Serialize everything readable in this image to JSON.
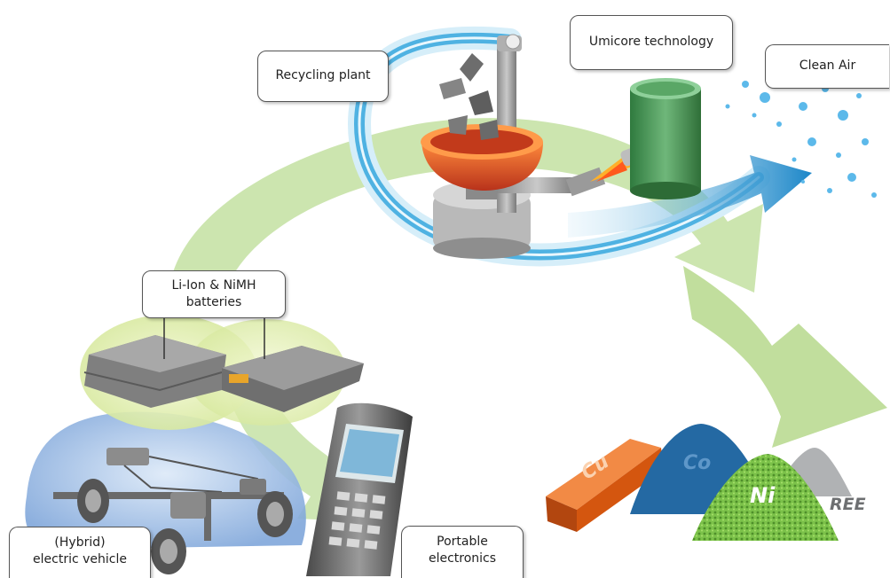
{
  "callouts": {
    "recycling_plant": "Recycling plant",
    "umicore_technology": "Umicore technology",
    "clean_air": "Clean Air",
    "batteries_line1": "Li-Ion & NiMH",
    "batteries_line2": "batteries",
    "vehicle_line1": "(Hybrid)",
    "vehicle_line2": "electric vehicle",
    "portable_line1": "Portable",
    "portable_line2": "electronics"
  },
  "materials": {
    "cu": "Cu",
    "co": "Co",
    "ni": "Ni",
    "ree": "REE"
  },
  "colors": {
    "cycle_arrow": "#bcdc9a",
    "air_stream": "#3aa7dc",
    "furnace": "#d94a22",
    "tank": "#3d8a4a",
    "copper": "#e0621c",
    "cobalt": "#1f5f95",
    "nickel": "#6fb53e",
    "ree": "#a4a6a8",
    "car_body": "#8fb3e0",
    "battery_glow": "#e3efb6"
  },
  "icons": [
    "recycling-plant-icon",
    "furnace-icon",
    "tank-icon",
    "car-icon",
    "battery-icon",
    "phone-icon"
  ]
}
